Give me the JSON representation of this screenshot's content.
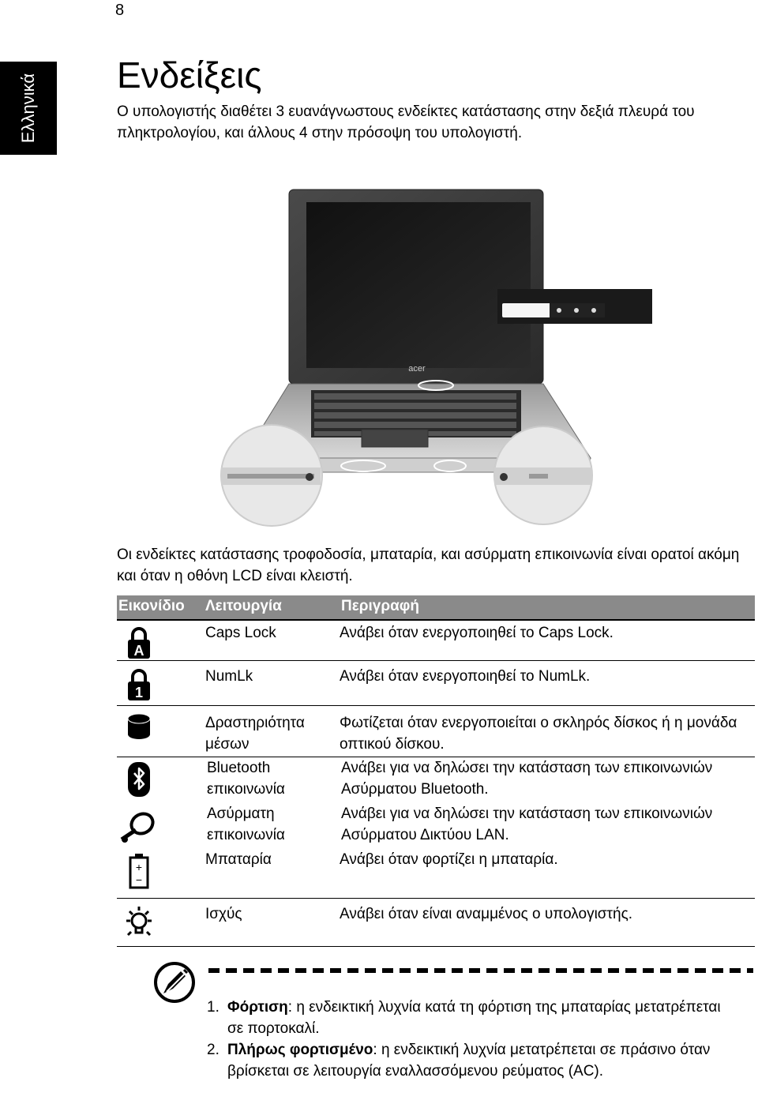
{
  "page": {
    "number": "8",
    "side_tab": "Ελληνικά"
  },
  "title": "Ενδείξεις",
  "intro": "Ο υπολογιστής διαθέτει 3 ευανάγνωστους ενδείκτες κατάστασης στην δεξιά πλευρά του πληκτρολογίου, και άλλους 4 στην πρόσοψη του υπολογιστή.",
  "figure": {
    "brand": "acer"
  },
  "paragraph2": "Οι ενδείκτες κατάστασης τροφοδοσία, μπαταρία, και ασύρματη επικοινωνία είναι ορατοί ακόμη και όταν η οθόνη LCD είναι κλειστή.",
  "table": {
    "headers": {
      "icon": "Εικονίδιο",
      "function": "Λειτουργία",
      "description": "Περιγραφή"
    },
    "rows": [
      {
        "icon": "caps-lock-icon",
        "function": "Caps Lock",
        "description": "Ανάβει όταν ενεργοποιηθεί το Caps Lock."
      },
      {
        "icon": "num-lock-icon",
        "function": "NumLk",
        "description": "Ανάβει όταν ενεργοποιηθεί το NumLk."
      },
      {
        "icon": "disk-icon",
        "function": "Δραστηριότητα μέσων",
        "description": "Φωτίζεται όταν ενεργοποιείται ο σκληρός δίσκος ή η μονάδα οπτικού δίσκου."
      },
      {
        "icon": "bluetooth-icon",
        "function": "Bluetooth επικοινωνία",
        "description": "Ανάβει για να δηλώσει την κατάσταση των επικοινωνιών Ασύρματου Bluetooth."
      },
      {
        "icon": "wireless-icon",
        "function": "Ασύρματη επικοινωνία",
        "description": "Ανάβει για να δηλώσει την κατάσταση των επικοινωνιών Ασύρματου Δικτύου LAN."
      },
      {
        "icon": "battery-icon",
        "function": "Μπαταρία",
        "description": "Ανάβει όταν φορτίζει η μπαταρία."
      },
      {
        "icon": "power-icon",
        "function": "Ισχύς",
        "description": "Ανάβει όταν είναι αναμμένος ο υπολογιστής."
      }
    ]
  },
  "notes": [
    {
      "num": "1.",
      "bold": "Φόρτιση",
      "text": ": η ενδεικτική λυχνία κατά τη φόρτιση της μπαταρίας μετατρέπεται σε πορτοκαλί."
    },
    {
      "num": "2.",
      "bold": "Πλήρως φορτισμένο",
      "text": ": η ενδεικτική λυχνία μετατρέπεται σε πράσινο όταν βρίσκεται σε λειτουργία εναλλασσόμενου ρεύματος (AC)."
    }
  ]
}
